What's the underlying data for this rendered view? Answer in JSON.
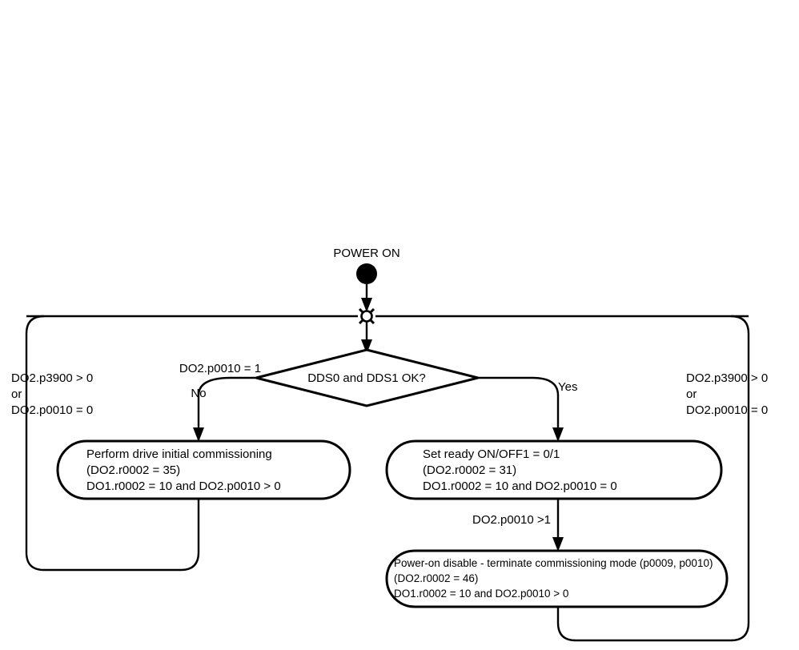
{
  "diagram": {
    "title": "POWER ON commissioning state flowchart",
    "type": "flowchart",
    "colors": {
      "stroke": "#000000",
      "fill": "#ffffff",
      "text": "#000000"
    },
    "start": {
      "label": "POWER ON"
    },
    "decision": {
      "text": "DDS0 and DDS1 OK?"
    },
    "nodes": {
      "left_box": {
        "line1": "Perform drive initial commissioning",
        "line2": "(DO2.r0002 = 35)",
        "line3": "DO1.r0002 = 10 and DO2.p0010 > 0"
      },
      "right_box": {
        "line1": "Set ready ON/OFF1 = 0/1",
        "line2": "(DO2.r0002 = 31)",
        "line3": "DO1.r0002 = 10 and DO2.p0010 = 0"
      },
      "bottom_box": {
        "line1": "Power-on disable - terminate commissioning mode (p0009, p0010)",
        "line2": "(DO2.r0002 = 46)",
        "line3": "DO1.r0002 = 10 and DO2.p0010 > 0"
      }
    },
    "labels": {
      "no_branch": "No",
      "yes_branch": "Yes",
      "no_condition": "DO2.p0010 = 1",
      "mid_right_condition": "DO2.p0010 >1",
      "left_loop": {
        "line1": "DO2.p3900 > 0",
        "line2": "or",
        "line3": "DO2.p0010 = 0"
      },
      "right_loop": {
        "line1": "DO2.p3900 > 0",
        "line2": "or",
        "line3": "DO2.p0010 = 0"
      }
    }
  }
}
